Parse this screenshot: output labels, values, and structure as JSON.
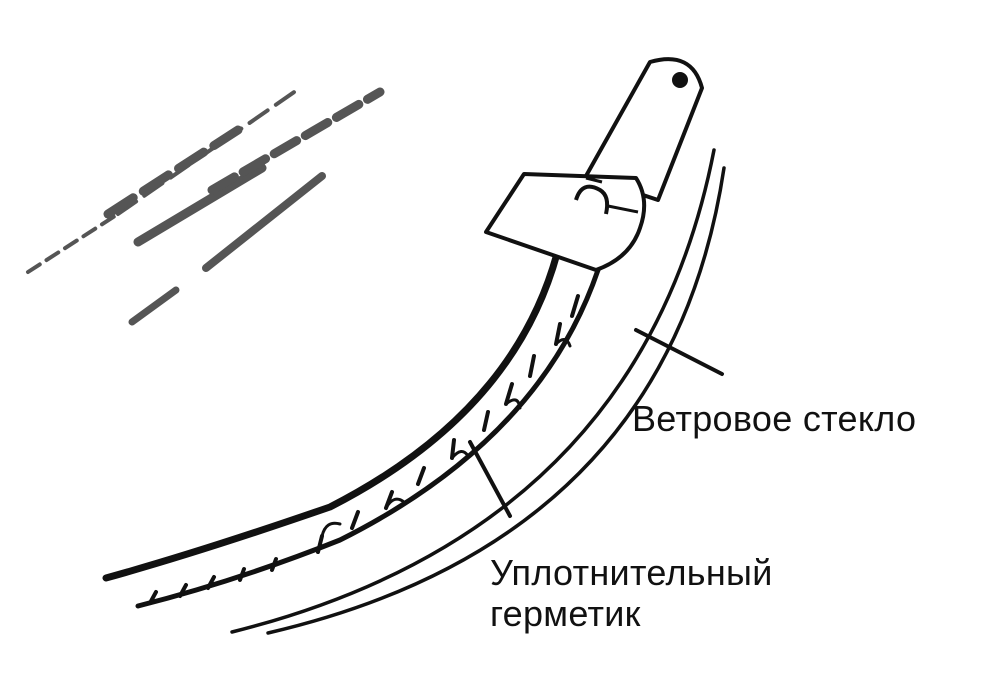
{
  "labels": {
    "windshield": "Ветровое стекло",
    "sealant_line1": "Уплотнительный",
    "sealant_line2": "герметик"
  },
  "colors": {
    "ink": "#111111",
    "reflection": "#555555",
    "background": "#ffffff"
  }
}
